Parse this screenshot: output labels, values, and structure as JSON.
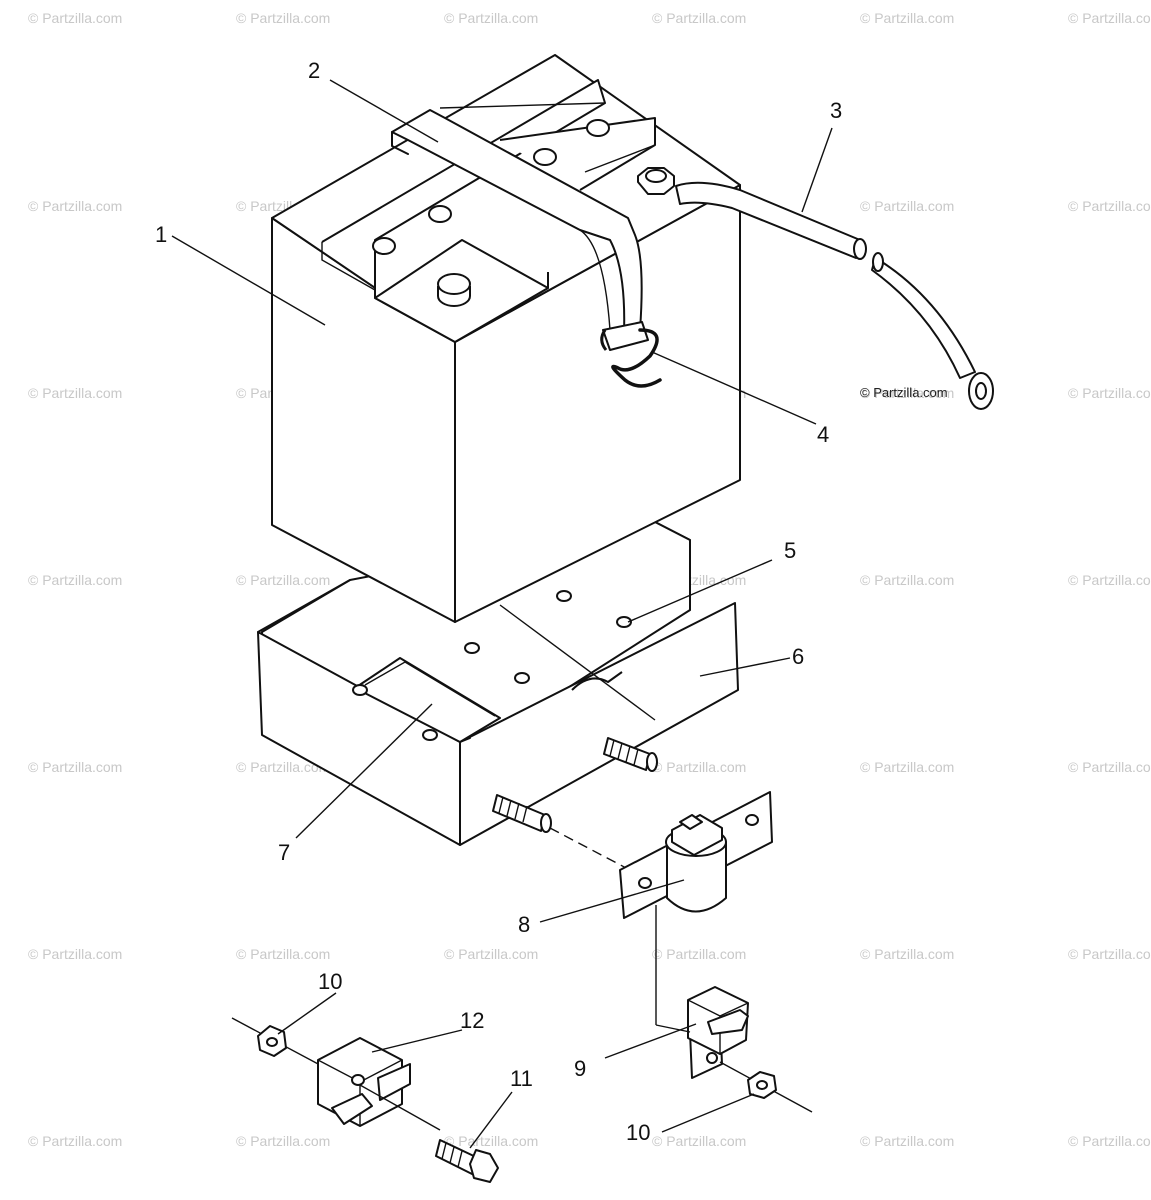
{
  "watermark": {
    "text": "© Partzilla.com"
  },
  "credit": {
    "text": "© Partzilla.com"
  },
  "callouts": {
    "c1": "1",
    "c2": "2",
    "c3": "3",
    "c4": "4",
    "c5": "5",
    "c6": "6",
    "c7": "7",
    "c8": "8",
    "c9": "9",
    "c10a": "10",
    "c10b": "10",
    "c11": "11",
    "c12": "12"
  },
  "parts": [
    {
      "callout": "1",
      "name": "battery"
    },
    {
      "callout": "2",
      "name": "hold-down-strap"
    },
    {
      "callout": "3",
      "name": "battery-cable"
    },
    {
      "callout": "4",
      "name": "strap-hook"
    },
    {
      "callout": "5",
      "name": "tray-hole"
    },
    {
      "callout": "6",
      "name": "battery-tray"
    },
    {
      "callout": "7",
      "name": "tray-pad"
    },
    {
      "callout": "8",
      "name": "rectifier-bracket"
    },
    {
      "callout": "9",
      "name": "terminal-bracket"
    },
    {
      "callout": "10",
      "name": "nut"
    },
    {
      "callout": "11",
      "name": "bolt"
    },
    {
      "callout": "12",
      "name": "terminal-block"
    }
  ]
}
